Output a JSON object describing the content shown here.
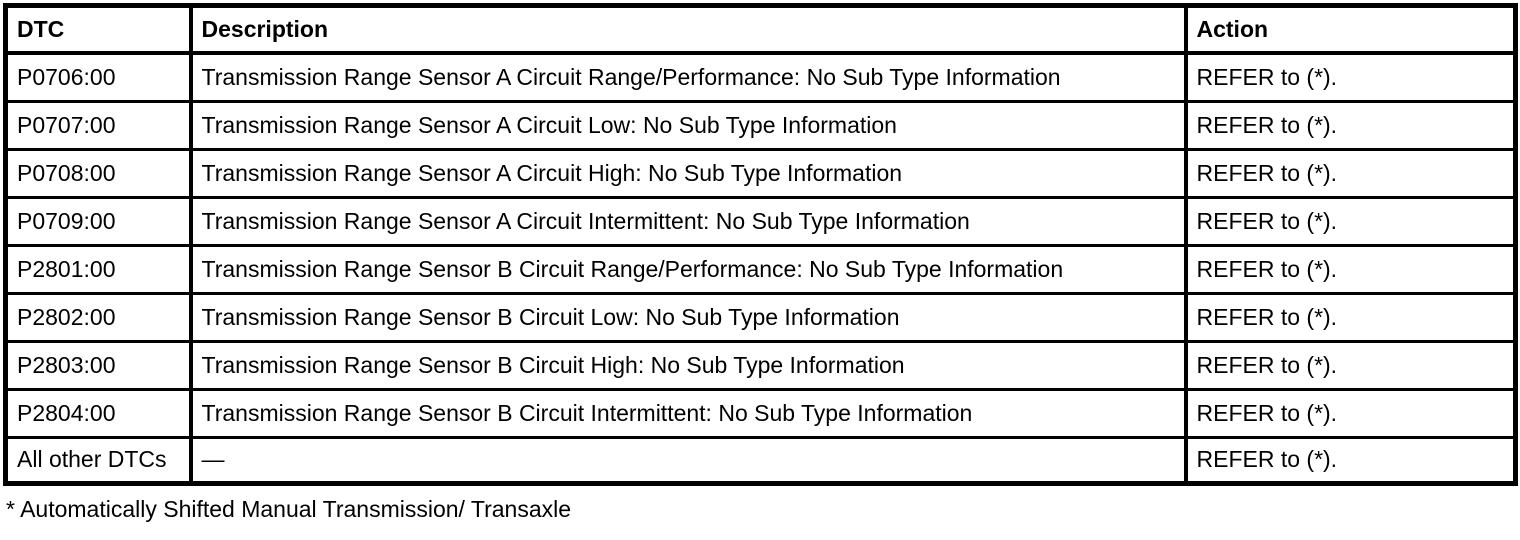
{
  "table": {
    "columns": [
      "DTC",
      "Description",
      "Action"
    ],
    "rows": [
      {
        "dtc": "P0706:00",
        "description": "Transmission Range Sensor A Circuit Range/Performance: No Sub Type Information",
        "action": "REFER to (*)."
      },
      {
        "dtc": "P0707:00",
        "description": "Transmission Range Sensor A Circuit Low: No Sub Type Information",
        "action": "REFER to (*)."
      },
      {
        "dtc": "P0708:00",
        "description": "Transmission Range Sensor A Circuit High: No Sub Type Information",
        "action": "REFER to (*)."
      },
      {
        "dtc": "P0709:00",
        "description": "Transmission Range Sensor A Circuit Intermittent: No Sub Type Information",
        "action": "REFER to (*)."
      },
      {
        "dtc": "P2801:00",
        "description": "Transmission Range Sensor B Circuit Range/Performance: No Sub Type Information",
        "action": "REFER to (*)."
      },
      {
        "dtc": "P2802:00",
        "description": "Transmission Range Sensor B Circuit Low: No Sub Type Information",
        "action": "REFER to (*)."
      },
      {
        "dtc": "P2803:00",
        "description": "Transmission Range Sensor B Circuit High: No Sub Type Information",
        "action": "REFER to (*)."
      },
      {
        "dtc": "P2804:00",
        "description": "Transmission Range Sensor B Circuit Intermittent: No Sub Type Information",
        "action": "REFER to (*)."
      },
      {
        "dtc": "All other DTCs",
        "description": "—",
        "action": "REFER to (*)."
      }
    ]
  },
  "footnote": "* Automatically Shifted Manual Transmission/ Transaxle",
  "colors": {
    "border": "#000000",
    "background": "#ffffff",
    "text": "#000000"
  }
}
